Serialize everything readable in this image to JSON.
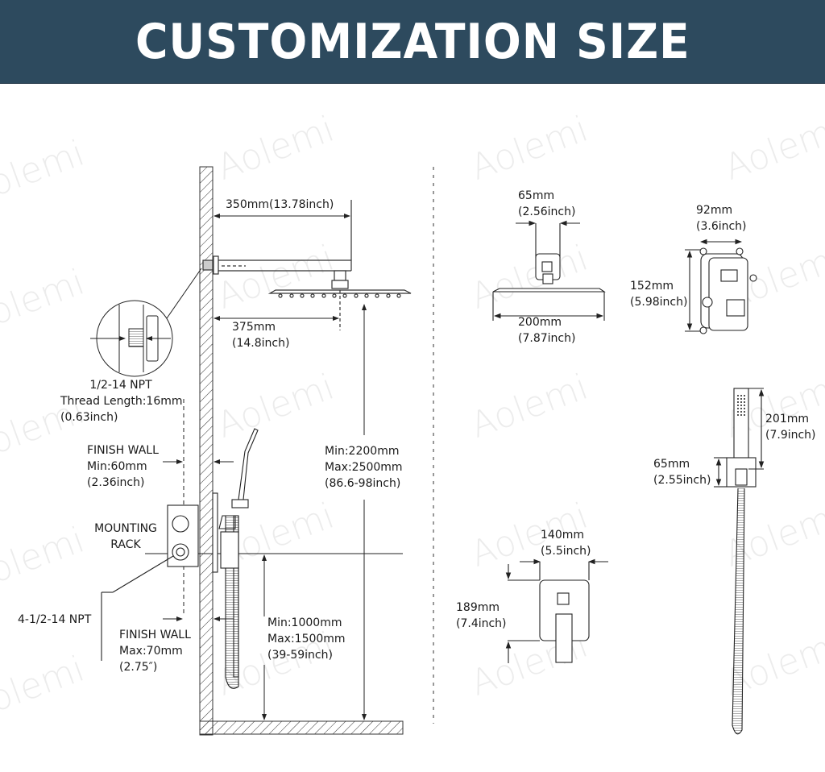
{
  "header": {
    "title": "CUSTOMIZATION SIZE",
    "background_color": "#2d4a5e",
    "text_color": "#ffffff"
  },
  "watermark": {
    "text": "Aolemi"
  },
  "installation_diagram": {
    "arm_length": {
      "line1": "350mm(13.78inch)"
    },
    "head_offset": {
      "line1": "375mm",
      "line2": "(14.8inch)"
    },
    "thread_detail": {
      "line1": "1/2-14 NPT",
      "line2": "Thread Length:16mm",
      "line3": "(0.63inch)"
    },
    "finish_wall_min": {
      "line1": "FINISH WALL",
      "line2": "Min:60mm",
      "line3": "(2.36inch)"
    },
    "mounting_rack": {
      "line1": "MOUNTING",
      "line2": "RACK"
    },
    "inlet_thread": {
      "line1": "4-1/2-14 NPT"
    },
    "finish_wall_max": {
      "line1": "FINISH WALL",
      "line2": "Max:70mm",
      "line3": "(2.75″)"
    },
    "head_height": {
      "line1": "Min:2200mm",
      "line2": "Max:2500mm",
      "line3": "(86.6-98inch)"
    },
    "valve_height": {
      "line1": "Min:1000mm",
      "line2": "Max:1500mm",
      "line3": "(39-59inch)"
    }
  },
  "components": {
    "rain_head": {
      "arm_width": {
        "line1": "65mm",
        "line2": "(2.56inch)"
      },
      "head_width": {
        "line1": "200mm",
        "line2": "(7.87inch)"
      }
    },
    "valve_body": {
      "width": {
        "line1": "92mm",
        "line2": "(3.6inch)"
      },
      "height": {
        "line1": "152mm",
        "line2": "(5.98inch)"
      }
    },
    "hand_shower": {
      "length": {
        "line1": "201mm",
        "line2": "(7.9inch)"
      },
      "holder": {
        "line1": "65mm",
        "line2": "(2.55inch)"
      }
    },
    "trim_plate": {
      "width": {
        "line1": "140mm",
        "line2": "(5.5inch)"
      },
      "height": {
        "line1": "189mm",
        "line2": "(7.4inch)"
      }
    }
  }
}
